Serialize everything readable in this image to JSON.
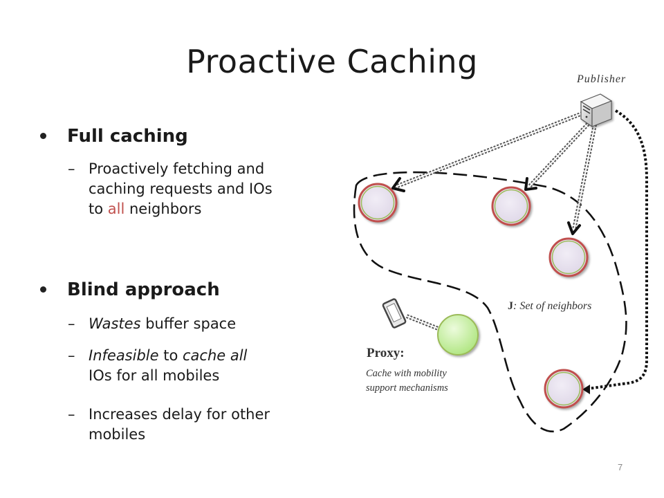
{
  "slide": {
    "title": "Proactive Caching",
    "page_number": "7"
  },
  "bullets": [
    {
      "heading": "Full caching",
      "items": [
        {
          "lines": [
            [
              {
                "t": "Proactively fetching and"
              }
            ],
            [
              {
                "t": "caching requests and IOs"
              }
            ],
            [
              {
                "t": "to "
              },
              {
                "t": "all",
                "style": "red"
              },
              {
                "t": " neighbors"
              }
            ]
          ]
        }
      ]
    },
    {
      "heading": "Blind approach",
      "items": [
        {
          "lines": [
            [
              {
                "t": "Wastes",
                "style": "italic"
              },
              {
                "t": " buffer space"
              }
            ]
          ]
        },
        {
          "lines": [
            [
              {
                "t": "Infeasible",
                "style": "italic"
              },
              {
                "t": " to "
              },
              {
                "t": "cache all",
                "style": "italic"
              }
            ],
            [
              {
                "t": "IOs for all mobiles"
              }
            ]
          ]
        },
        {
          "lines": [
            [
              {
                "t": "Increases delay for other"
              }
            ],
            [
              {
                "t": "mobiles"
              }
            ]
          ]
        }
      ]
    }
  ],
  "diagram": {
    "publisher_label": "Publisher",
    "neighbors_label_symbol": "J",
    "neighbors_label_text": ": Set of neighbors",
    "proxy_label": "Proxy:",
    "proxy_desc_lines": [
      "Cache with  mobility",
      "support mechanisms"
    ],
    "node_colors": {
      "neighbor_fill": "#e6e0ec",
      "neighbor_ring": "#c0504d",
      "neighbor_inner_ring": "#9bbb59",
      "proxy_fill": "#c9f0a8",
      "proxy_ring": "#9bbb59"
    },
    "icons": {
      "publisher": "server-icon",
      "mobile": "mobile-phone-icon"
    }
  }
}
